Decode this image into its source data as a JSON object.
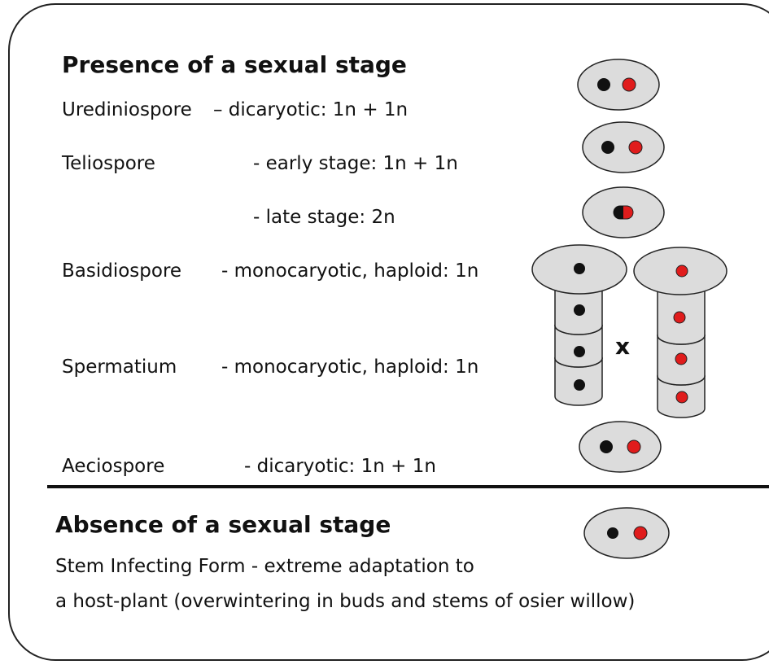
{
  "sexual": {
    "heading": "Presence of a sexual stage",
    "urediniospore": {
      "name": "Urediniospore",
      "desc": "– dicaryotic: 1n + 1n"
    },
    "teliospore": {
      "name": "Teliospore",
      "early": "- early stage: 1n + 1n",
      "late": "- late stage: 2n"
    },
    "basidiospore": {
      "name": "Basidiospore",
      "desc": "- monocaryotic, haploid: 1n"
    },
    "spermatium": {
      "name": "Spermatium",
      "desc": "- monocaryotic, haploid: 1n"
    },
    "aeciospore": {
      "name": "Aeciospore",
      "desc": "- dicaryotic: 1n + 1n"
    },
    "cross_symbol": "x"
  },
  "asexual": {
    "heading": "Absence of a sexual stage",
    "line1": "Stem Infecting Form - extreme adaptation to",
    "line2": "a host-plant  (overwintering  in buds and stems of osier willow)"
  },
  "colors": {
    "cell_fill": "#dcdcdc",
    "nucleus_black": "#111111",
    "nucleus_red": "#e01c1c"
  }
}
